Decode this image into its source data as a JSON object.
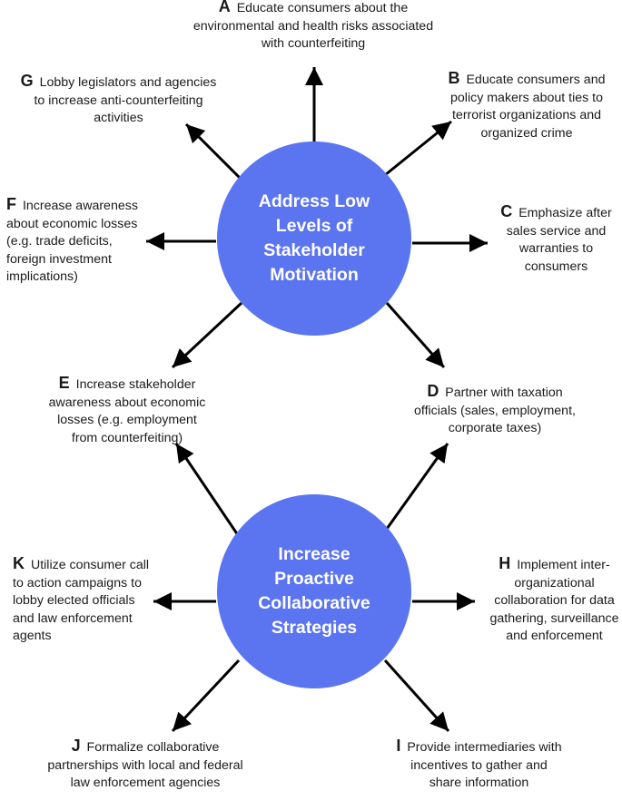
{
  "colors": {
    "hub": "#5b74f0",
    "arrow": "#000000"
  },
  "hubs": {
    "top": "Address Low Levels of Stakeholder Motivation",
    "bottom": "Increase Proactive Collaborative Strategies"
  },
  "items": {
    "A": {
      "letter": "A",
      "text": "Educate consumers about the environmental and health risks associated with counterfeiting"
    },
    "B": {
      "letter": "B",
      "text": "Educate consumers and policy makers about ties to terrorist organizations and organized crime"
    },
    "C": {
      "letter": "C",
      "text": "Emphasize after sales service and warranties to consumers"
    },
    "D": {
      "letter": "D",
      "text": "Partner with taxation officials (sales, employment, corporate taxes)"
    },
    "E": {
      "letter": "E",
      "text": "Increase stakeholder awareness about economic losses (e.g. employment from counterfeiting)"
    },
    "F": {
      "letter": "F",
      "text": "Increase awareness about economic losses (e.g. trade deficits, foreign investment implications)"
    },
    "G": {
      "letter": "G",
      "text": "Lobby legislators and agencies to increase anti-counterfeiting activities"
    },
    "H": {
      "letter": "H",
      "text": "Implement inter-organizational collaboration for data gathering, surveillance and enforcement"
    },
    "I": {
      "letter": "I",
      "text": "Provide intermediaries with incentives to gather and share information"
    },
    "J": {
      "letter": "J",
      "text": "Formalize collaborative partnerships with local and federal law enforcement agencies"
    },
    "K": {
      "letter": "K",
      "text": "Utilize consumer call to action campaigns to lobby elected officials and law enforcement agents"
    }
  }
}
